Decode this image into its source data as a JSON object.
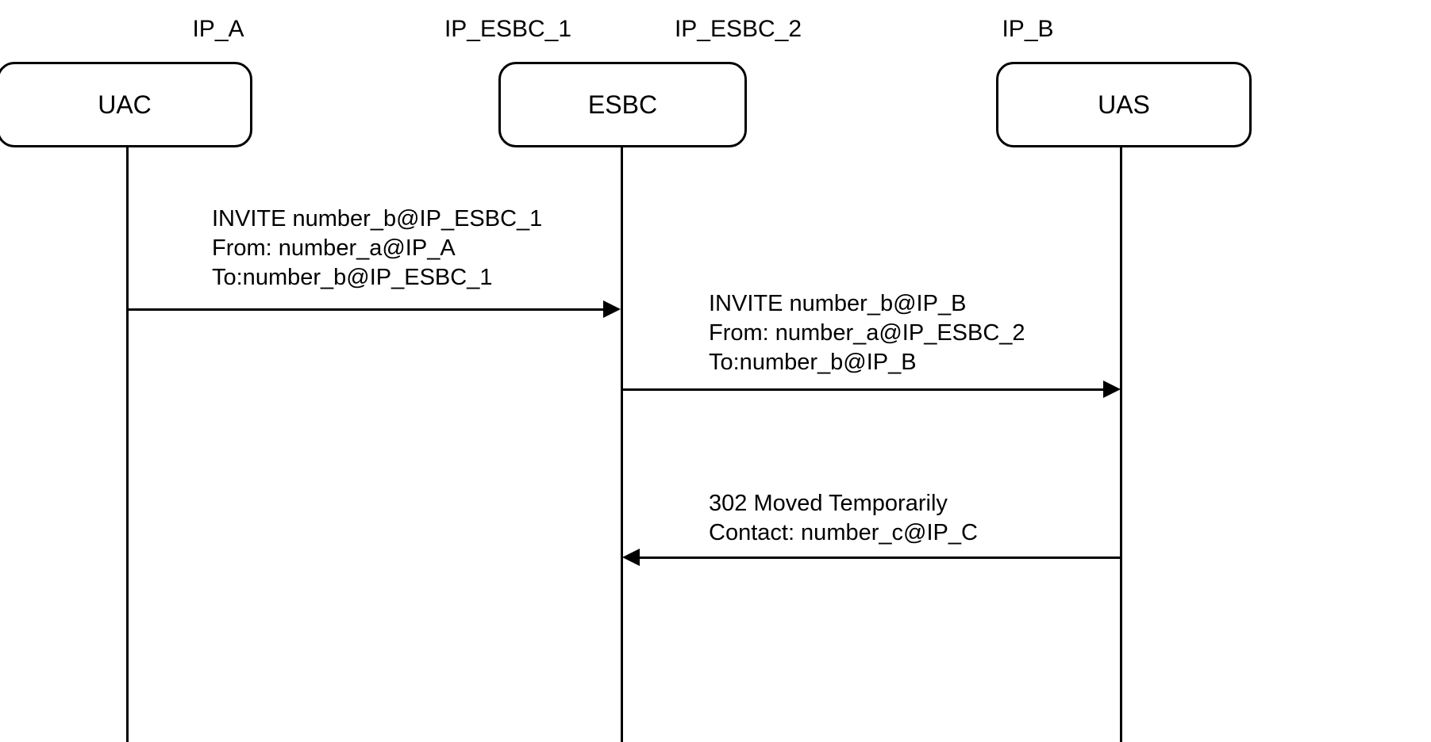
{
  "diagram": {
    "type": "sip-call-flow-sequence-diagram",
    "background_color": "#ffffff",
    "stroke_color": "#000000"
  },
  "actors": [
    {
      "id": "uac",
      "name": "UAC",
      "ip_label": "IP_A"
    },
    {
      "id": "esbc",
      "name": "ESBC",
      "ip_label_left": "IP_ESBC_1",
      "ip_label_right": "IP_ESBC_2"
    },
    {
      "id": "uas",
      "name": "UAS",
      "ip_label": "IP_B"
    }
  ],
  "messages": [
    {
      "id": "msg-1",
      "from": "UAC",
      "to": "ESBC",
      "direction": "right",
      "lines": [
        "INVITE number_b@IP_ESBC_1",
        "From: number_a@IP_A",
        "To:number_b@IP_ESBC_1"
      ]
    },
    {
      "id": "msg-2",
      "from": "ESBC",
      "to": "UAS",
      "direction": "right",
      "lines": [
        "INVITE number_b@IP_B",
        "From: number_a@IP_ESBC_2",
        "To:number_b@IP_B"
      ]
    },
    {
      "id": "msg-3",
      "from": "UAS",
      "to": "ESBC",
      "direction": "left",
      "lines": [
        "302 Moved Temporarily",
        "Contact: number_c@IP_C"
      ]
    }
  ]
}
